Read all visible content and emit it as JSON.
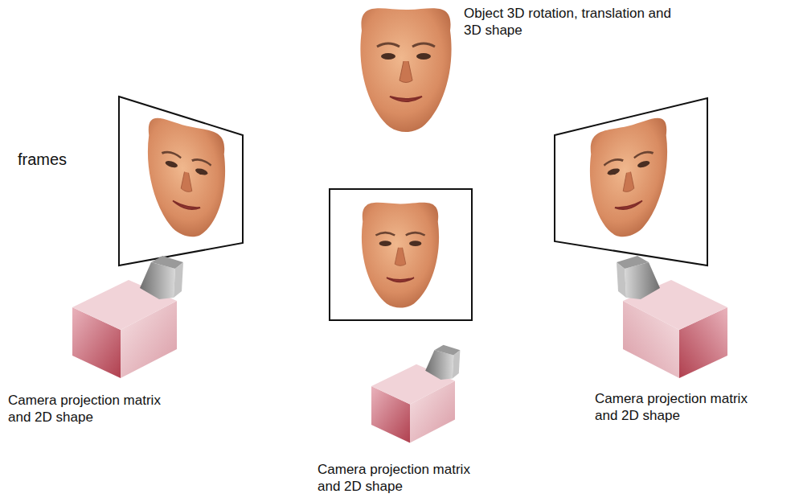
{
  "diagram": {
    "labels": [
      "Object 3D rotation, translation and 3D shape",
      "frames",
      "Camera projection matrix and 2D shape",
      "Camera projection matrix and 2D shape",
      "Camera projection matrix and 2D shape"
    ]
  }
}
